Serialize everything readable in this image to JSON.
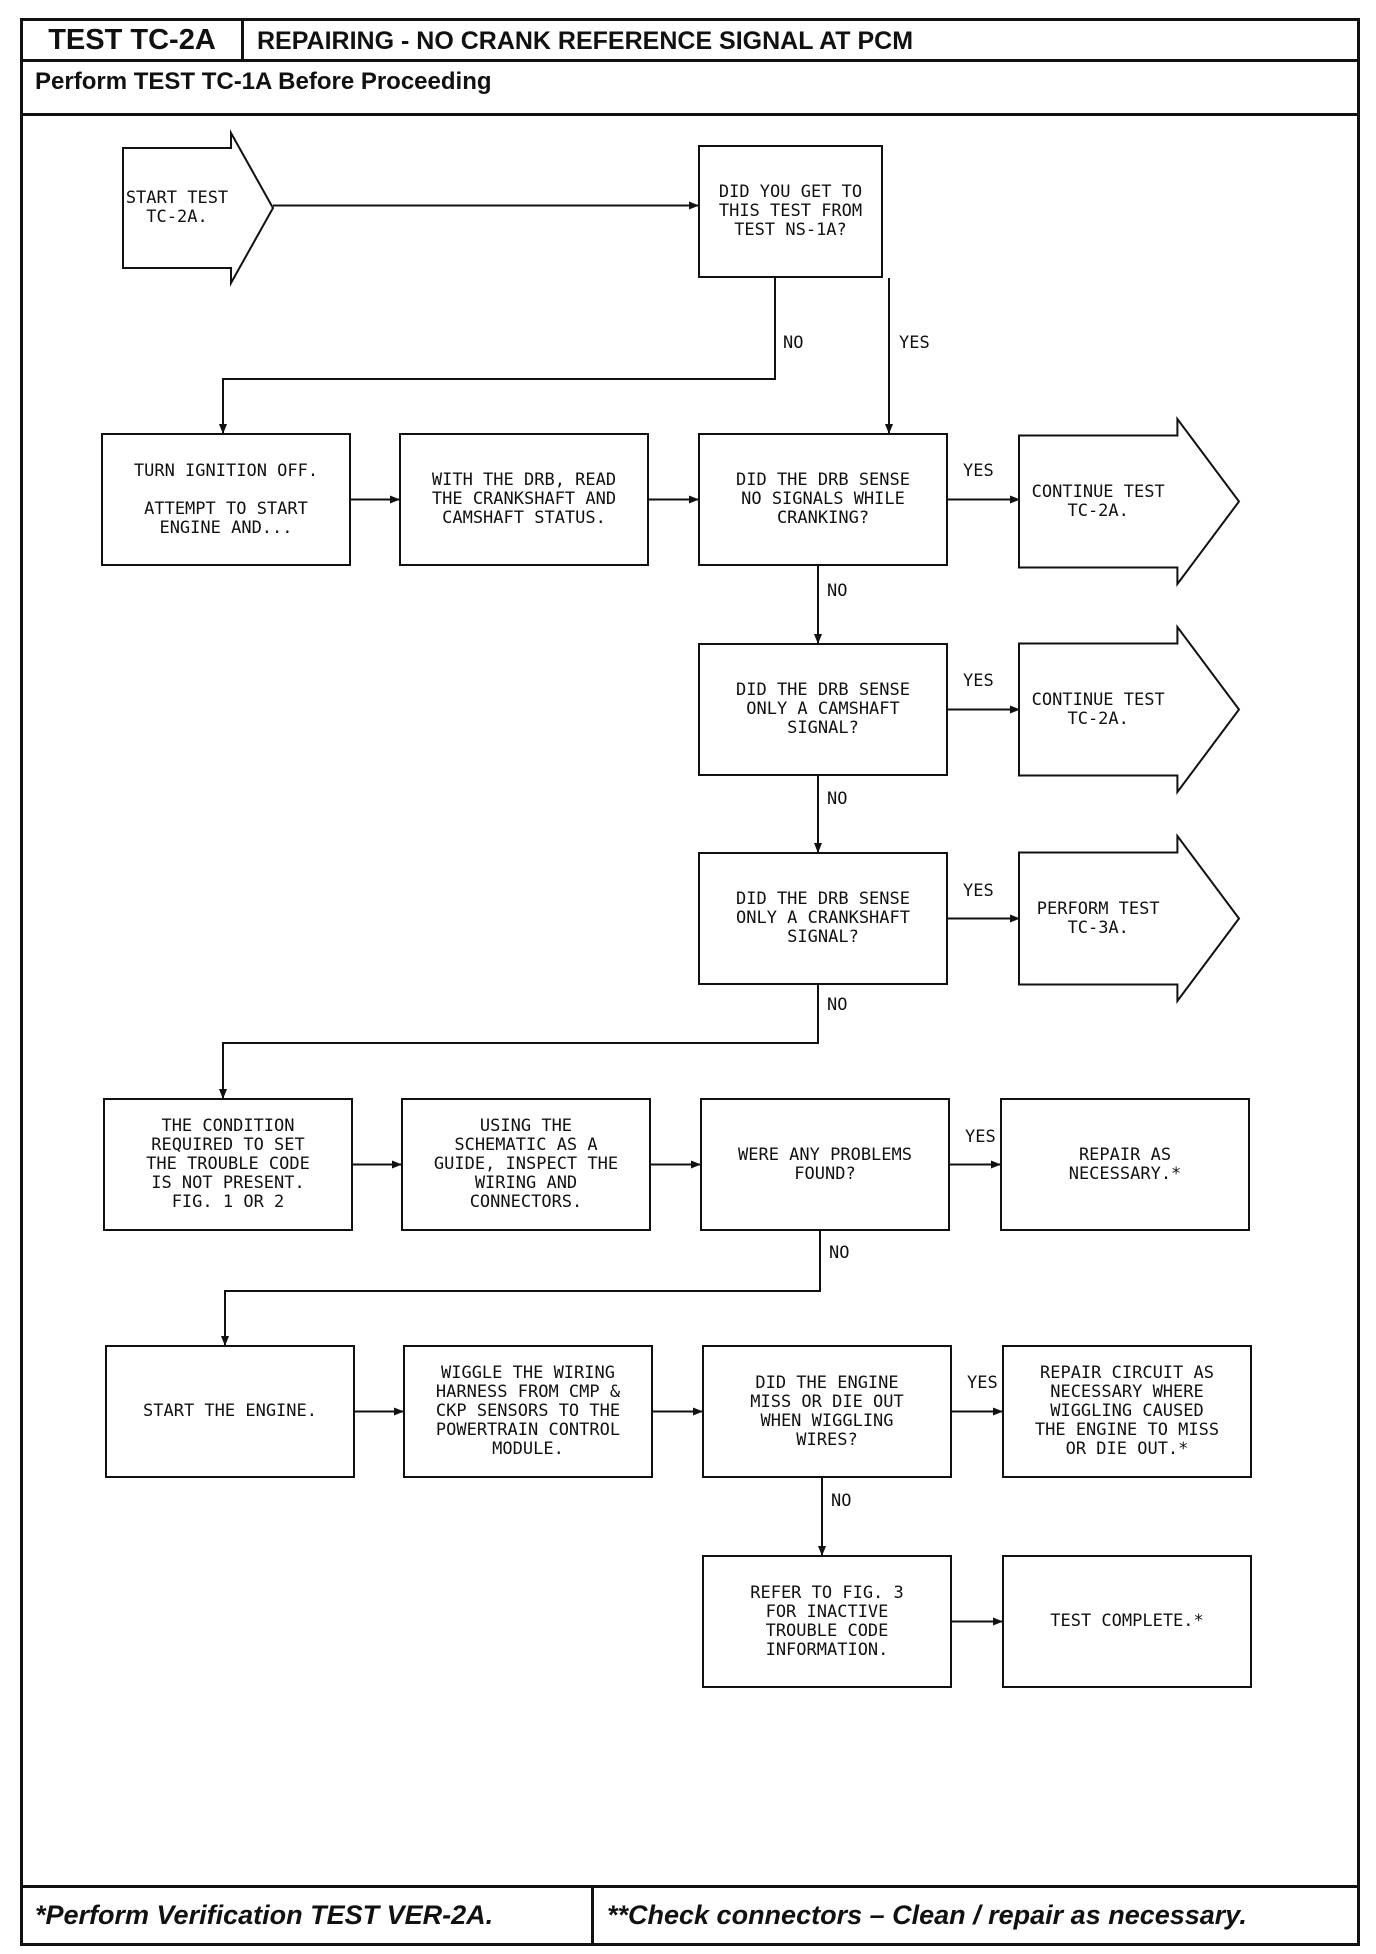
{
  "header": {
    "test_id": "TEST TC-2A",
    "title": "REPAIRING - NO CRANK REFERENCE SIGNAL AT PCM",
    "subtitle": "Perform TEST TC-1A Before Proceeding"
  },
  "footer": {
    "left": "*Perform Verification TEST VER-2A.",
    "right": "**Check connectors – Clean / repair as necessary."
  },
  "flow": {
    "start": "START TEST\nTC-2A.",
    "q_ns1a": "DID YOU GET TO\nTHIS TEST FROM\nTEST NS-1A?",
    "turn_ignition": "TURN IGNITION OFF.\n\nATTEMPT TO START\nENGINE AND...",
    "read_status": "WITH THE DRB, READ\nTHE CRANKSHAFT AND\nCAMSHAFT STATUS.",
    "q_no_signals": "DID THE DRB SENSE\nNO SIGNALS WHILE\nCRANKING?",
    "continue_1": "CONTINUE TEST\nTC-2A.",
    "q_cam_only": "DID THE DRB SENSE\nONLY A CAMSHAFT\nSIGNAL?",
    "continue_2": "CONTINUE TEST\nTC-2A.",
    "q_crank_only": "DID THE DRB SENSE\nONLY A CRANKSHAFT\nSIGNAL?",
    "perform_3a": "PERFORM TEST\nTC-3A.",
    "condition_absent": "THE CONDITION\nREQUIRED TO SET\nTHE TROUBLE CODE\nIS NOT PRESENT.\nFIG. 1 OR 2",
    "inspect_wiring": "USING THE\nSCHEMATIC AS A\nGUIDE, INSPECT THE\nWIRING AND\nCONNECTORS.",
    "q_problems": "WERE ANY PROBLEMS\nFOUND?",
    "repair_1": "REPAIR AS\nNECESSARY.*",
    "start_engine": "START THE ENGINE.",
    "wiggle": "WIGGLE THE WIRING\nHARNESS FROM CMP &\nCKP SENSORS TO THE\nPOWERTRAIN CONTROL\nMODULE.",
    "q_miss": "DID THE ENGINE\nMISS OR DIE OUT\nWHEN WIGGLING\nWIRES?",
    "repair_2": "REPAIR CIRCUIT AS\nNECESSARY WHERE\nWIGGLING CAUSED\nTHE ENGINE TO MISS\nOR DIE OUT.*",
    "refer_fig3": "REFER TO FIG. 3\nFOR INACTIVE\nTROUBLE CODE\nINFORMATION.",
    "complete": "TEST COMPLETE.*",
    "label_yes": "YES",
    "label_no": "NO"
  }
}
